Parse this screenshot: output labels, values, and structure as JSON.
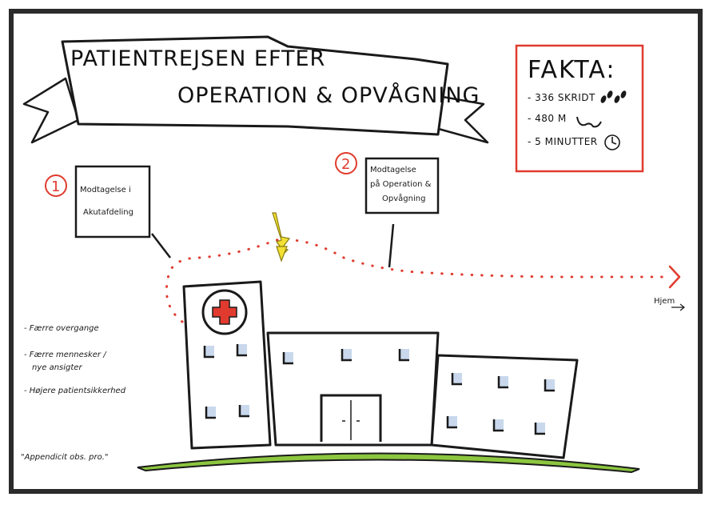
{
  "banner": {
    "line1": "PATIENTREJSEN EFTER",
    "line2": "OPERATION & OPVÅGNING"
  },
  "facts": {
    "title": "FAKTA:",
    "items": [
      {
        "text": "- 336 SKRIDT",
        "icon": "footsteps-icon"
      },
      {
        "text": "- 480 M",
        "icon": "path-icon"
      },
      {
        "text": "- 5 MINUTTER",
        "icon": "clock-icon"
      }
    ]
  },
  "steps": [
    {
      "number": "1",
      "line1": "Modtagelse i",
      "line2": "Akutafdeling",
      "line3": ""
    },
    {
      "number": "2",
      "line1": "Modtagelse",
      "line2": "på Operation &",
      "line3": "Opvågning"
    }
  ],
  "home_label": "Hjem",
  "benefits": [
    {
      "line1": "- Færre overgange",
      "line2": ""
    },
    {
      "line1": "- Færre mennesker /",
      "line2": "nye ansigter"
    },
    {
      "line1": "- Højere patientsikkerhed",
      "line2": ""
    }
  ],
  "quote": "\"Appendicit obs. pro.\"",
  "colors": {
    "accent_red": "#e03b2e",
    "lightning": "#f2e033",
    "ground": "#8cc63f",
    "ink": "#1a1a1a",
    "frame": "#2b2b2b",
    "window_blue": "#c9d8ec"
  }
}
